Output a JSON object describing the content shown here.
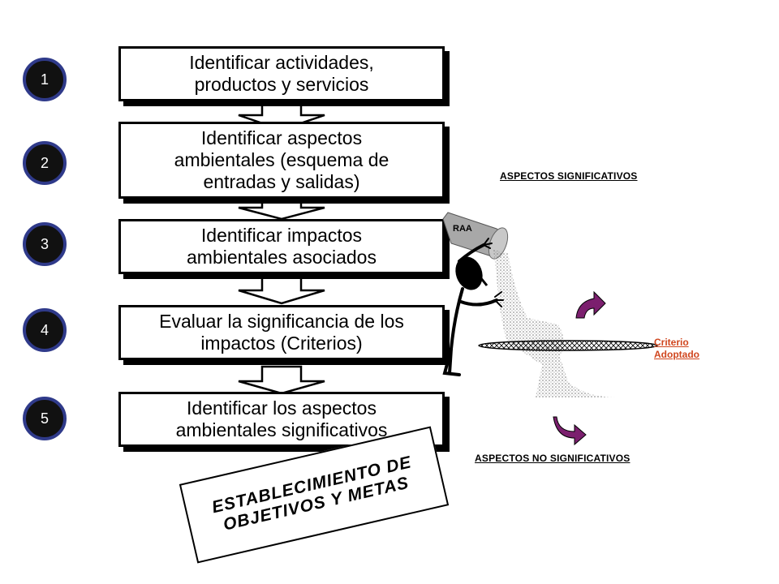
{
  "steps": [
    {
      "number": "1",
      "text": "Identificar actividades,\nproductos y servicios"
    },
    {
      "number": "2",
      "text": "Identificar aspectos\nambientales (esquema de\nentradas y salidas)"
    },
    {
      "number": "3",
      "text": "Identificar impactos\nambientales asociados"
    },
    {
      "number": "4",
      "text": "Evaluar la significancia de los\nimpactos (Criterios)"
    },
    {
      "number": "5",
      "text": "Identificar los  aspectos\nambientales significativos"
    }
  ],
  "goal_text": "ESTABLECIMIENTO DE\nOBJETIVOS Y METAS",
  "illustration": {
    "bucket_label": "RAA",
    "significant_label": "ASPECTOS SIGNIFICATIVOS",
    "non_significant_label": "ASPECTOS NO SIGNIFICATIVOS",
    "criterion_label": "Criterio\nAdoptado"
  },
  "colors": {
    "circle_fill": "#111111",
    "circle_border": "#2f3a8a",
    "criterion_text": "#d0461e",
    "curved_arrow": "#7b1f6e"
  }
}
